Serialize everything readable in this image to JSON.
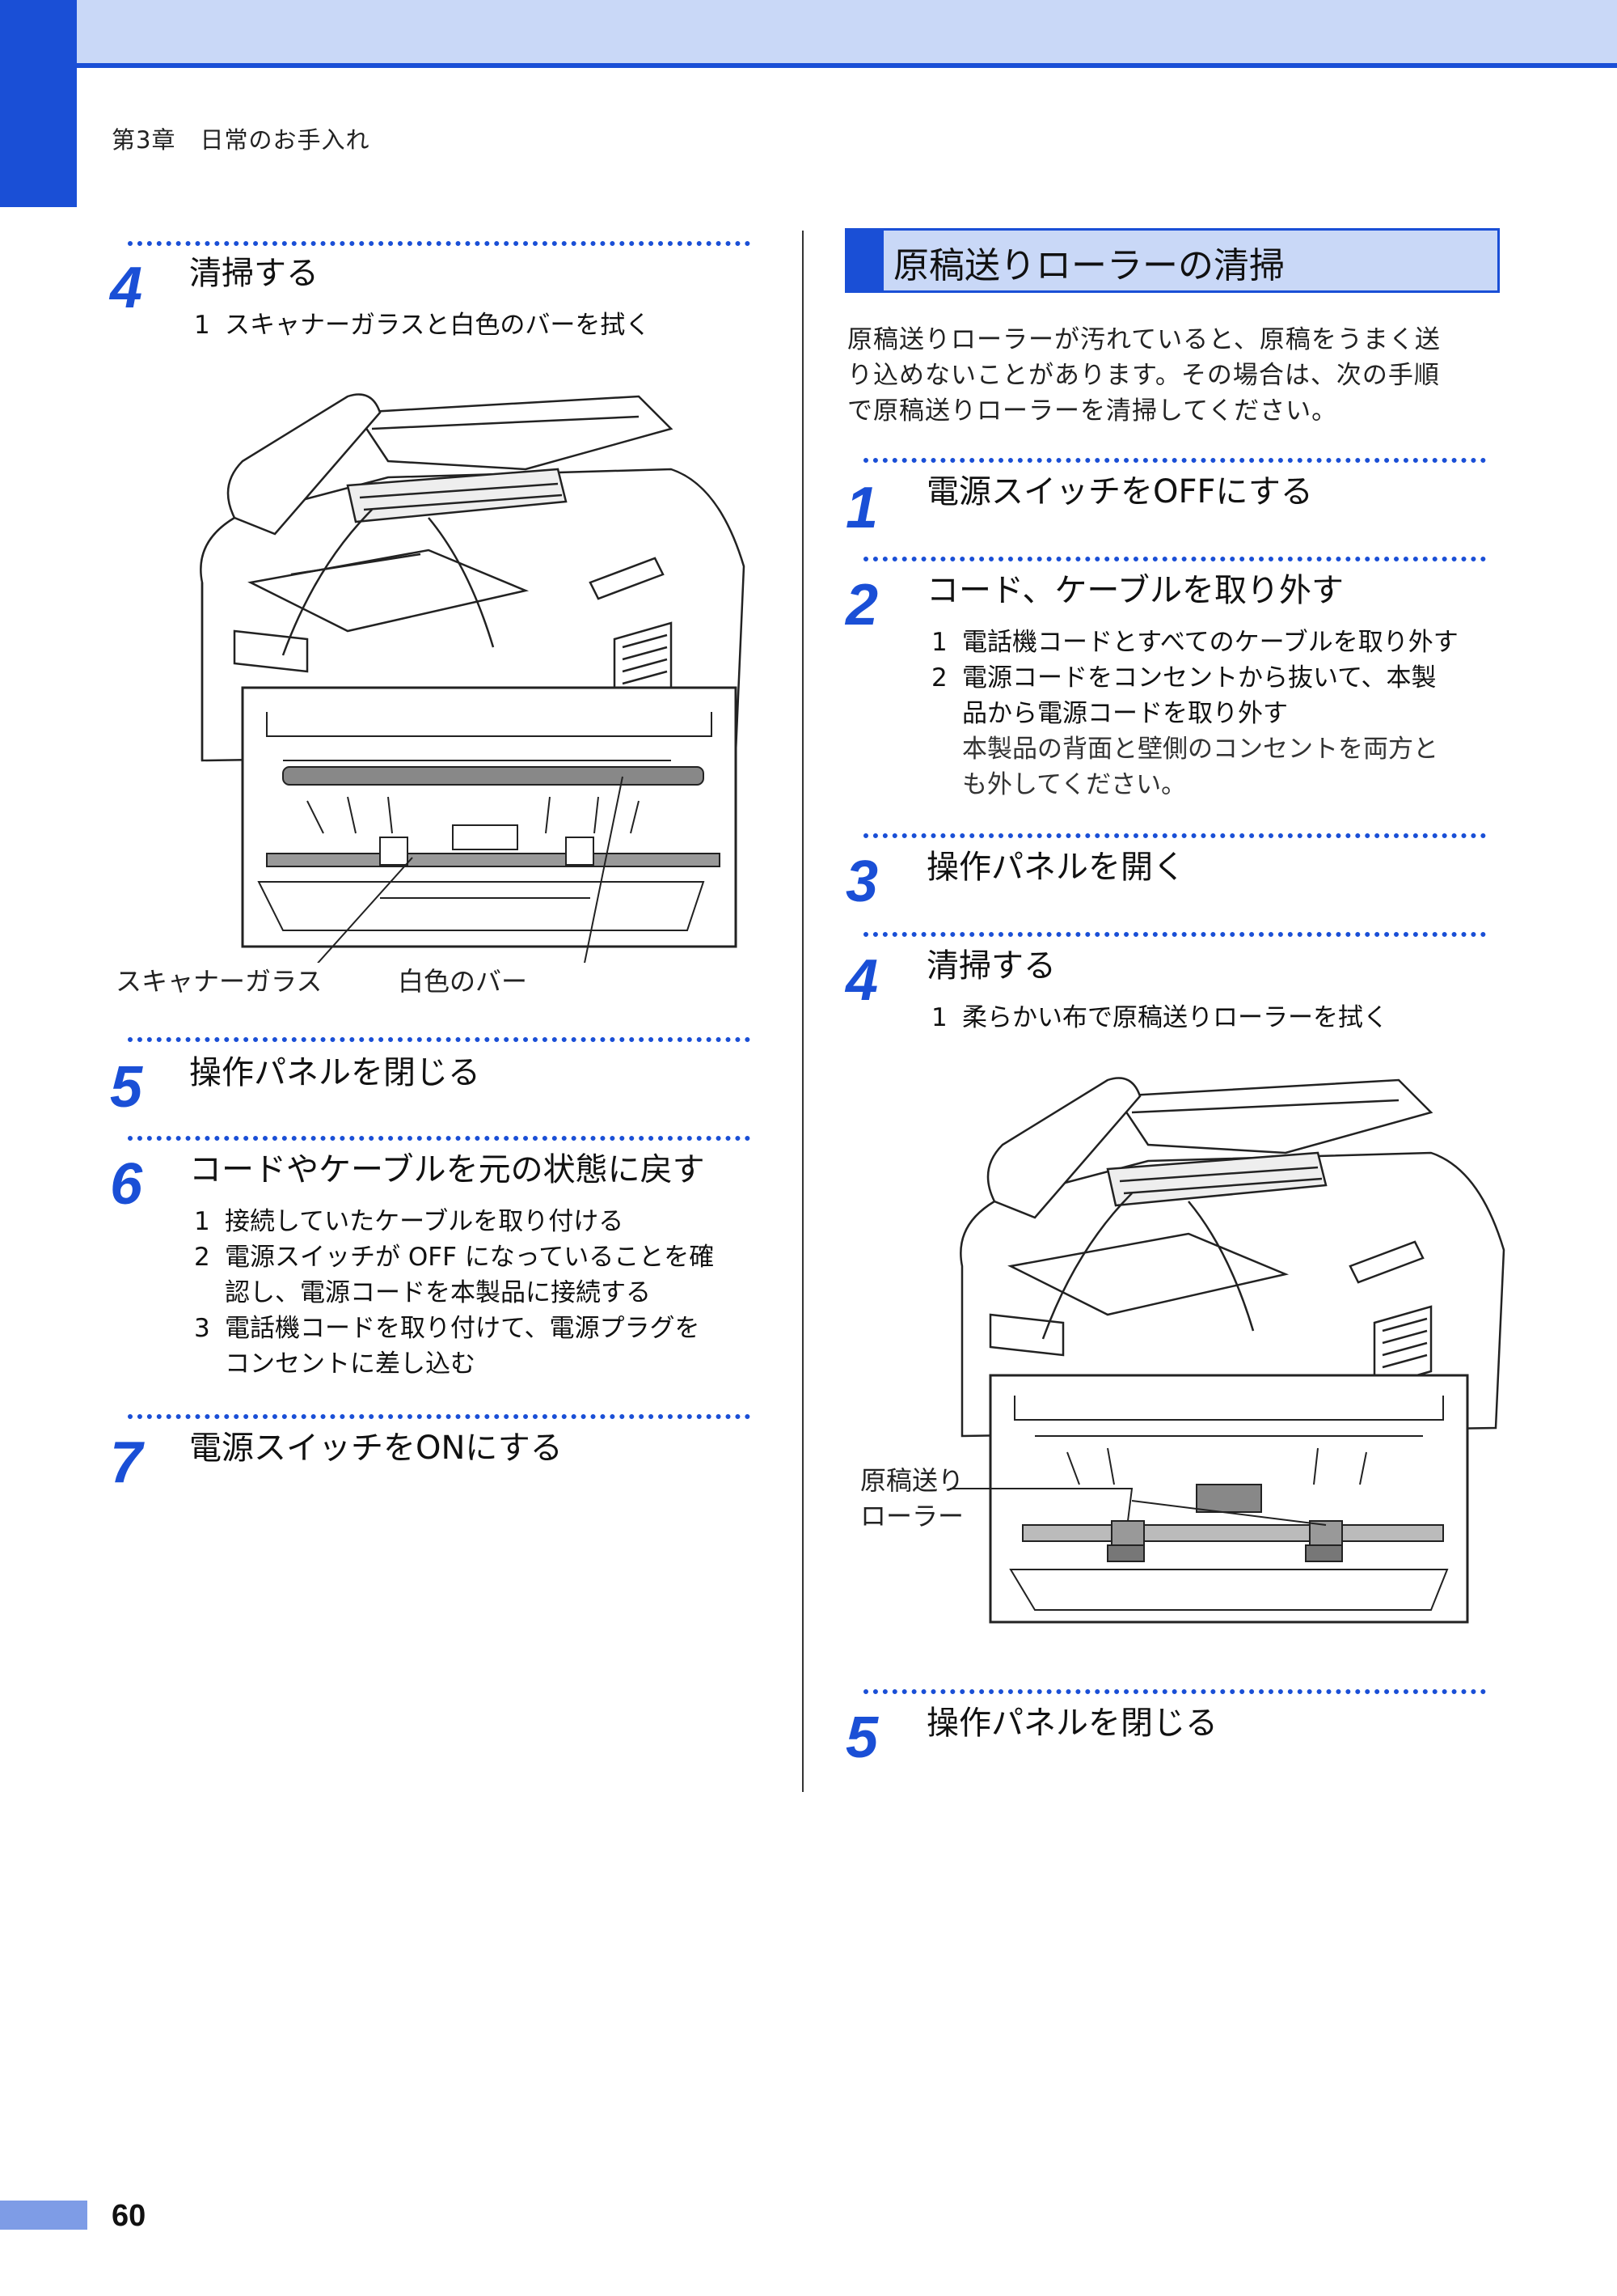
{
  "header": {
    "chapter": "第3章　日常のお手入れ"
  },
  "left_column": {
    "step4": {
      "number": "4",
      "title": "清掃する",
      "subs": [
        {
          "num": "1",
          "text": "スキャナーガラスと白色のバーを拭く"
        }
      ],
      "figure_labels": {
        "scanner_glass": "スキャナーガラス",
        "white_bar": "白色のバー"
      }
    },
    "step5": {
      "number": "5",
      "title": "操作パネルを閉じる"
    },
    "step6": {
      "number": "6",
      "title": "コードやケーブルを元の状態に戻す",
      "subs": [
        {
          "num": "1",
          "lines": [
            "接続していたケーブルを取り付ける"
          ]
        },
        {
          "num": "2",
          "lines": [
            "電源スイッチが OFF になっていることを確",
            "認し、電源コードを本製品に接続する"
          ]
        },
        {
          "num": "3",
          "lines": [
            "電話機コードを取り付けて、電源プラグを",
            "コンセントに差し込む"
          ]
        }
      ]
    },
    "step7": {
      "number": "7",
      "title": "電源スイッチをONにする"
    }
  },
  "right_column": {
    "section_title": "原稿送りローラーの清掃",
    "intro_lines": [
      "原稿送りローラーが汚れていると、原稿をうまく送",
      "り込めないことがあります。その場合は、次の手順",
      "で原稿送りローラーを清掃してください。"
    ],
    "step1": {
      "number": "1",
      "title": "電源スイッチをOFFにする"
    },
    "step2": {
      "number": "2",
      "title": "コード、ケーブルを取り外す",
      "subs": [
        {
          "num": "1",
          "lines": [
            "電話機コードとすべてのケーブルを取り外す"
          ]
        },
        {
          "num": "2",
          "lines": [
            "電源コードをコンセントから抜いて、本製",
            "品から電源コードを取り外す"
          ]
        }
      ],
      "note_lines": [
        "本製品の背面と壁側のコンセントを両方と",
        "も外してください。"
      ]
    },
    "step3": {
      "number": "3",
      "title": "操作パネルを開く"
    },
    "step4": {
      "number": "4",
      "title": "清掃する",
      "subs": [
        {
          "num": "1",
          "text": "柔らかい布で原稿送りローラーを拭く"
        }
      ],
      "figure_label_lines": [
        "原稿送り",
        "ローラー"
      ]
    },
    "step5": {
      "number": "5",
      "title": "操作パネルを閉じる"
    }
  },
  "footer": {
    "page_number": "60"
  }
}
